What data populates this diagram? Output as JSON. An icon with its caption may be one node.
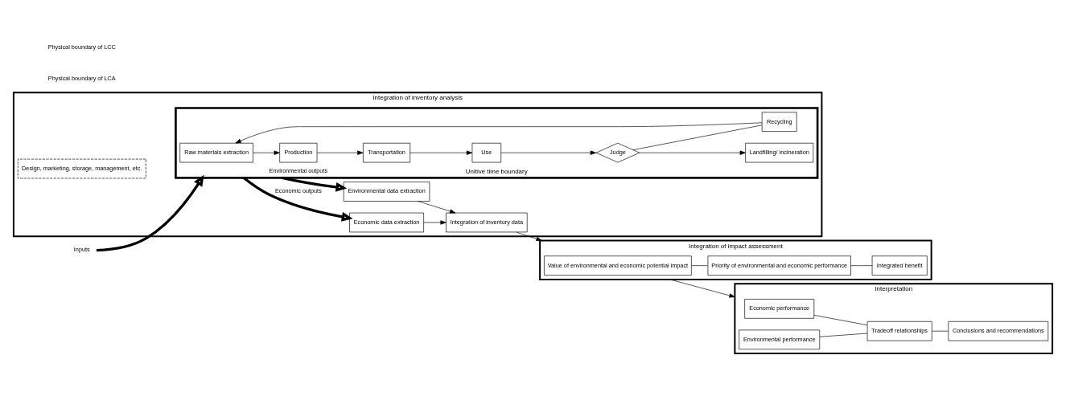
{
  "diagram": {
    "nodes": [
      {
        "text": [
          "Integration of inventory analysis"
        ]
      },
      {
        "text": [
          "Economic data extraction"
        ],
        "in": 0
      },
      {
        "text": [
          "Unitive time boundary"
        ],
        "in": 0
      },
      {
        "text": [
          "Raw materials extraction"
        ],
        "in": 2
      },
      {
        "text": [
          "Production"
        ],
        "in": 2
      },
      {
        "text": [
          "Transportation"
        ],
        "in": 2
      },
      {
        "text": [
          "Use"
        ],
        "in": 2
      },
      {
        "text": [
          "Recycling"
        ],
        "in": 2
      },
      {
        "text": [
          "Judge"
        ],
        "in": 2
      },
      {
        "text": [
          "Landfilling/ incineration"
        ],
        "in": 2
      },
      {
        "text": [
          "Design, marketing, storage, management, etc."
        ],
        "in": 0
      },
      {
        "text": [
          "Integration of inventory data"
        ],
        "in": 0
      },
      {
        "text": [
          "Environmental data extraction"
        ],
        "in": 0
      },
      {
        "text": [
          "Integration of impact assessment"
        ]
      },
      {
        "text": [
          "Value of environmental and economic potential impact"
        ],
        "in": 13
      },
      {
        "text": [
          "Priority of environmental and economic performance"
        ],
        "in": 13
      },
      {
        "text": [
          "Integrated benefit"
        ],
        "in": 13
      },
      {
        "text": [
          "Interpretation"
        ]
      },
      {
        "text": [
          "Economic performance"
        ],
        "in": 17
      },
      {
        "text": [
          "Environmental performance"
        ],
        "in": 17
      },
      {
        "text": [
          "Tradeoff relationships"
        ],
        "in": 17
      },
      {
        "text": [
          "Conclusions and recommendations"
        ],
        "in": 17
      },
      {
        "text": [
          "Inputs"
        ]
      }
    ],
    "edges": [
      {
        "from": 22,
        "to": 2,
        "arrow": "to",
        "style": "thick"
      },
      {
        "from": 2,
        "to": 1,
        "arrow": "to",
        "label": "Economic outputs",
        "style": "thick"
      },
      {
        "from": 2,
        "to": 12,
        "arrow": "to",
        "label": "Environmental outputs",
        "style": "thick"
      },
      {
        "from": 3,
        "to": 4,
        "arrow": "to"
      },
      {
        "from": 4,
        "to": 5,
        "arrow": "to"
      },
      {
        "from": 5,
        "to": 6,
        "arrow": "to"
      },
      {
        "from": 6,
        "to": 8,
        "arrow": "to"
      },
      {
        "from": 8,
        "to": 9,
        "arrow": "to"
      },
      {
        "from": 8,
        "to": 7,
        "arrow": "none"
      },
      {
        "from": 7,
        "to": 3,
        "arrow": "to"
      },
      {
        "from": 1,
        "to": 11,
        "arrow": "to"
      },
      {
        "from": 12,
        "to": 11,
        "arrow": "to"
      },
      {
        "from": 11,
        "to": 13,
        "arrow": "to"
      },
      {
        "from": 13,
        "to": 17,
        "arrow": "to"
      },
      {
        "from": 14,
        "to": 15,
        "arrow": "none"
      },
      {
        "from": 15,
        "to": 16,
        "arrow": "none"
      },
      {
        "from": 18,
        "to": 20,
        "arrow": "none"
      },
      {
        "from": 19,
        "to": 20,
        "arrow": "none"
      },
      {
        "from": 20,
        "to": 21,
        "arrow": "none"
      }
    ],
    "labels": [
      "Physical boundary of LCA",
      "Physical boundary of LCC"
    ]
  }
}
